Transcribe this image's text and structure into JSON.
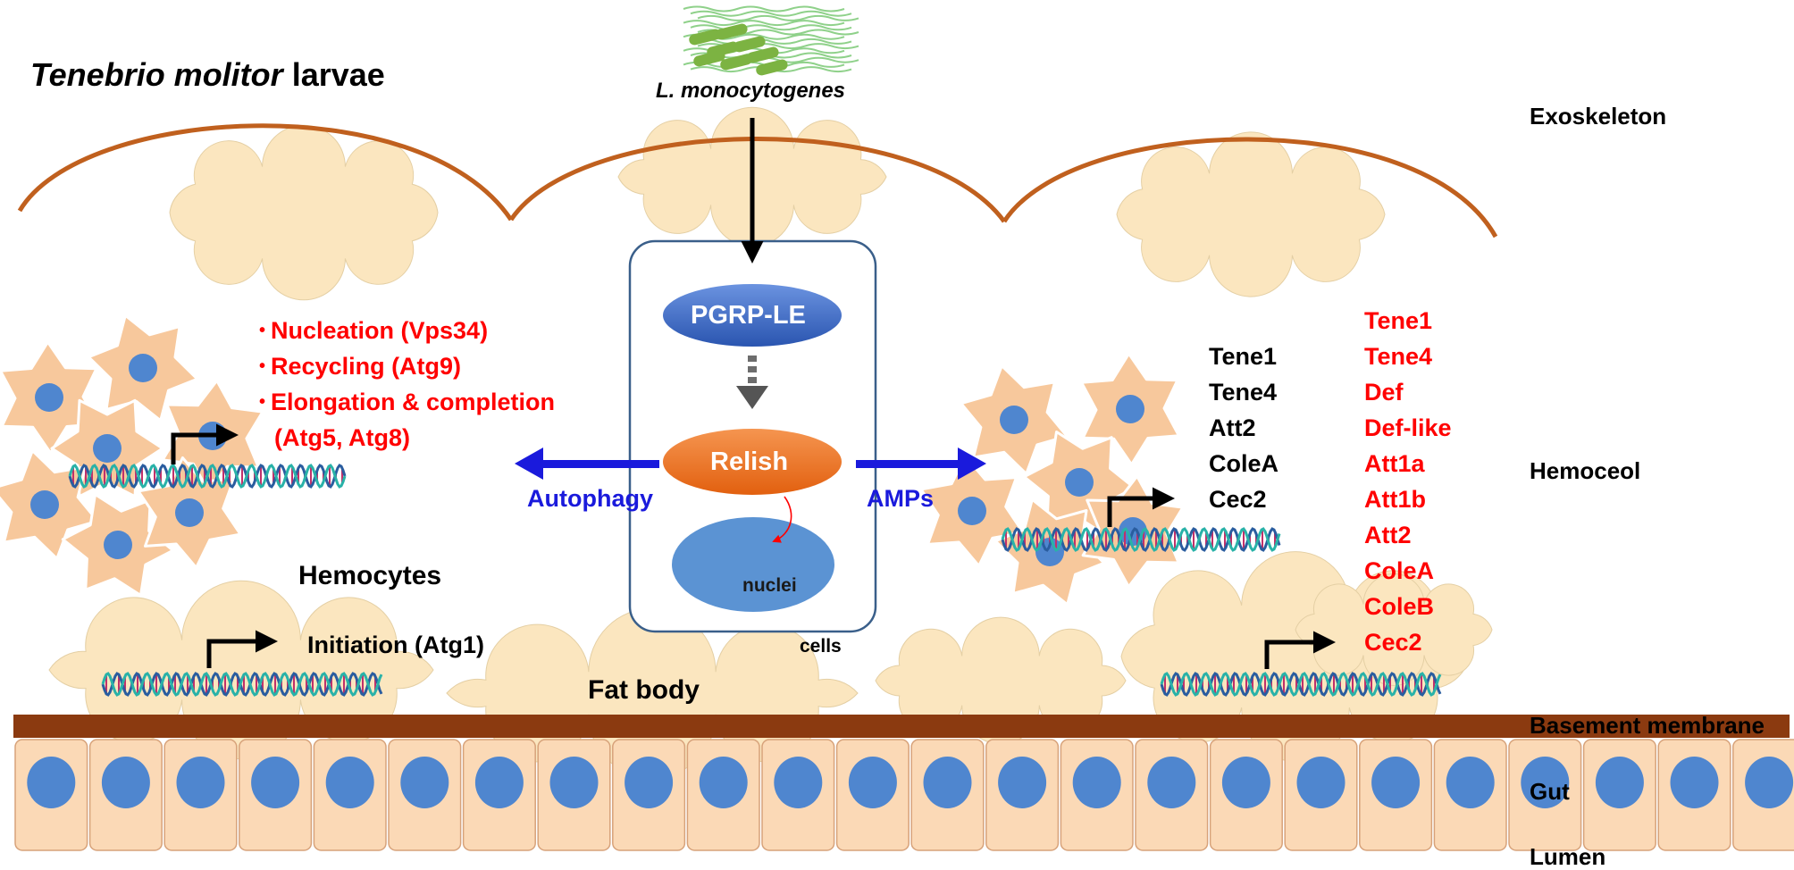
{
  "title": {
    "italic": "Tenebrio molitor",
    "rest": " larvae"
  },
  "pathogen": "L. monocytogenes",
  "layers": {
    "exoskeleton": "Exoskeleton",
    "hemoceol": "Hemoceol",
    "basement_membrane": "Basement membrane",
    "gut": "Gut",
    "lumen": "Lumen"
  },
  "pathway": {
    "receptor": "PGRP-LE",
    "transcription_factor": "Relish",
    "nucleus": "nuclei",
    "cells": "cells",
    "left_output": "Autophagy",
    "right_output": "AMPs"
  },
  "autophagy_steps": [
    {
      "bullet": "•",
      "text": "Nucleation (Vps34)"
    },
    {
      "bullet": "•",
      "text": "Recycling (Atg9)"
    },
    {
      "bullet": "•",
      "text": "Elongation & completion"
    },
    {
      "bullet": "",
      "text": "(Atg5, Atg8)"
    }
  ],
  "hemocytes_label": "Hemocytes",
  "fatbody": {
    "label": "Fat body",
    "initiation": "Initiation (Atg1)"
  },
  "hemocyte_amps": [
    "Tene1",
    "Tene4",
    "Att2",
    "ColeA",
    "Cec2"
  ],
  "fatbody_amps": [
    "Tene1",
    "Tene4",
    "Def",
    "Def-like",
    "Att1a",
    "Att1b",
    "Att2",
    "ColeA",
    "ColeB",
    "Cec2"
  ],
  "colors": {
    "exoskeleton_arc": "#c0601e",
    "cloud_fill": "#fbe6bf",
    "hemocyte_fill": "#f7c89c",
    "nucleus_blue": "#4f86cf",
    "pgrp_blue": "#2f5fb8",
    "relish_orange": "#ea6a1c",
    "arrow_blue": "#1a1adc",
    "highlight_red": "#ff0000",
    "basement_brown": "#8b3a10",
    "gut_cell_fill": "#fbd9b6",
    "dna_blue": "#2a5d9f",
    "dna_teal": "#29b2a8",
    "dna_magenta": "#c0306a",
    "bacteria_green": "#7cb342"
  }
}
